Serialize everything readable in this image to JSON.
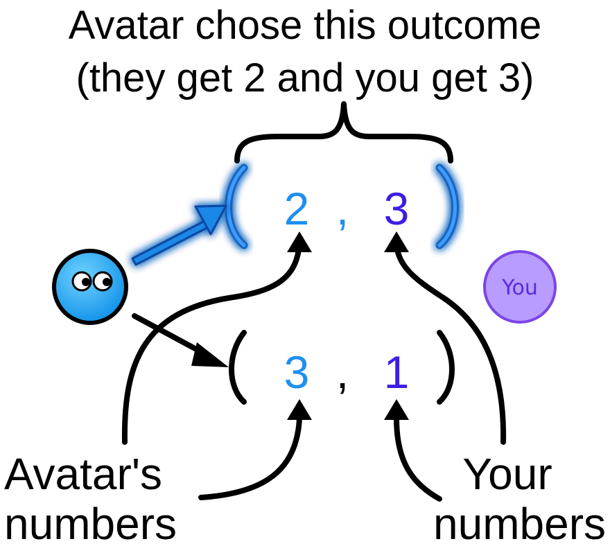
{
  "title": {
    "line1": "Avatar chose this outcome",
    "line2": "(they get 2 and you get 3)"
  },
  "chosen_outcome": {
    "avatar_value": "2",
    "comma": ",",
    "your_value": "3"
  },
  "other_outcome": {
    "avatar_value": "3",
    "comma": ",",
    "your_value": "1"
  },
  "labels": {
    "avatar_line1": "Avatar's",
    "avatar_line2": "numbers",
    "your_line1": "Your",
    "your_line2": "numbers"
  },
  "you_badge": {
    "text": "You"
  },
  "icons": {
    "avatar": "avatar-face-icon",
    "you": "you-badge-icon"
  },
  "colors": {
    "avatar_number": "#1e8ff0",
    "your_number": "#3c1ee6",
    "highlight_glow": "#38a8ff",
    "avatar_fill": "#1ea7f5",
    "you_badge_fill": "#b89cff",
    "you_badge_stroke": "#7b45e6"
  }
}
